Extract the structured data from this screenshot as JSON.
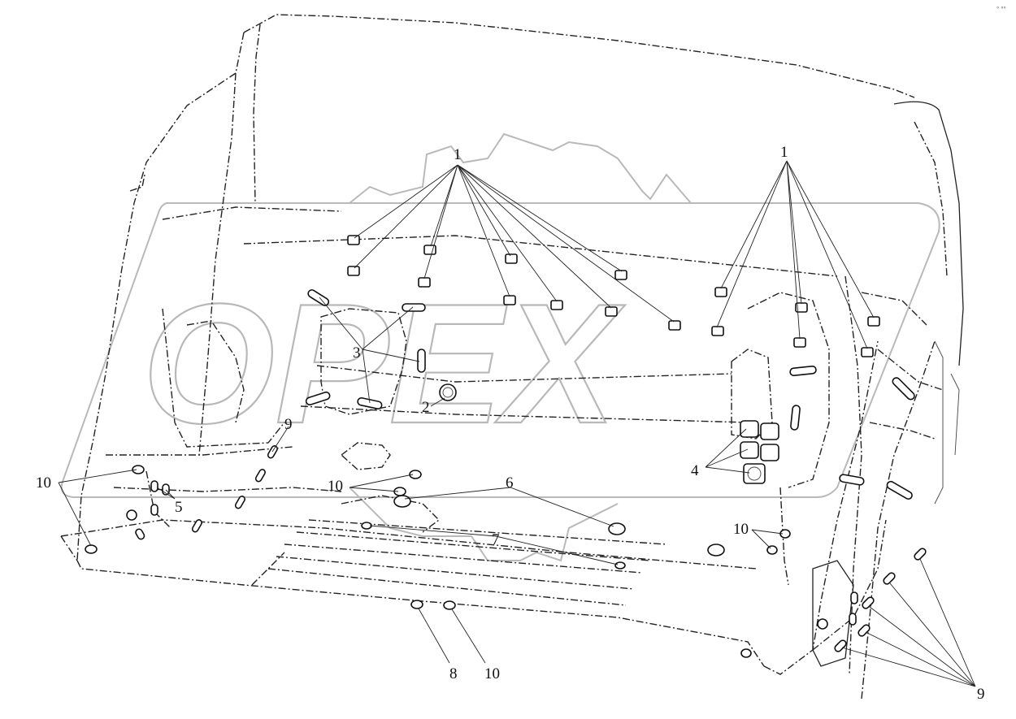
{
  "diagram": {
    "callouts": [
      {
        "id": "c1a",
        "label": "1"
      },
      {
        "id": "c1b",
        "label": "1"
      },
      {
        "id": "c2",
        "label": "2"
      },
      {
        "id": "c3",
        "label": "3"
      },
      {
        "id": "c4",
        "label": "4"
      },
      {
        "id": "c5",
        "label": "5"
      },
      {
        "id": "c6",
        "label": "6"
      },
      {
        "id": "c7",
        "label": "7"
      },
      {
        "id": "c8",
        "label": "8"
      },
      {
        "id": "c9a",
        "label": "9"
      },
      {
        "id": "c9b",
        "label": "9"
      },
      {
        "id": "c10a",
        "label": "10"
      },
      {
        "id": "c10b",
        "label": "10"
      },
      {
        "id": "c10c",
        "label": "10"
      },
      {
        "id": "c10d",
        "label": "10"
      }
    ],
    "watermark": "OPEX",
    "corner_mark": "° °°"
  },
  "colors": {
    "line": "#222222",
    "watermark": "#b9b9b9",
    "background": "#ffffff"
  }
}
